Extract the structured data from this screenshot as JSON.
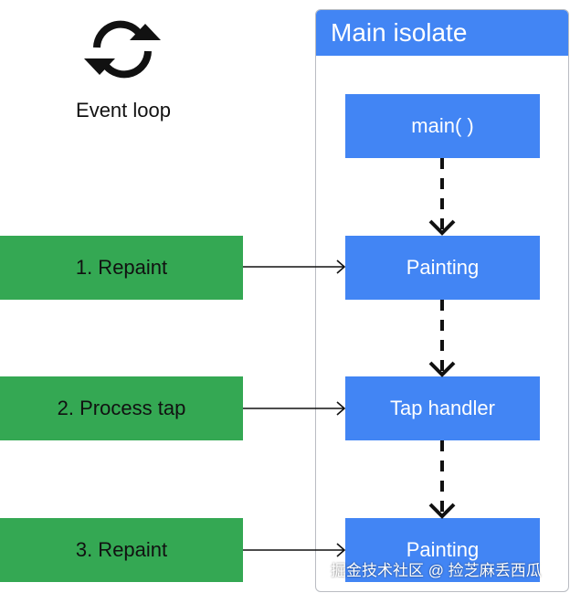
{
  "event_loop": {
    "label": "Event loop",
    "icon": "refresh-icon"
  },
  "isolate": {
    "title": "Main isolate"
  },
  "isolate_steps": [
    {
      "label": "main( )"
    },
    {
      "label": "Painting"
    },
    {
      "label": "Tap handler"
    },
    {
      "label": "Painting"
    }
  ],
  "events": [
    {
      "label": "1. Repaint"
    },
    {
      "label": "2. Process tap"
    },
    {
      "label": "3. Repaint"
    }
  ],
  "watermark": "掘金技术社区 @ 捡芝麻丢西瓜",
  "colors": {
    "blue": "#4285f4",
    "green": "#34a853",
    "border": "#b9bcc2"
  }
}
